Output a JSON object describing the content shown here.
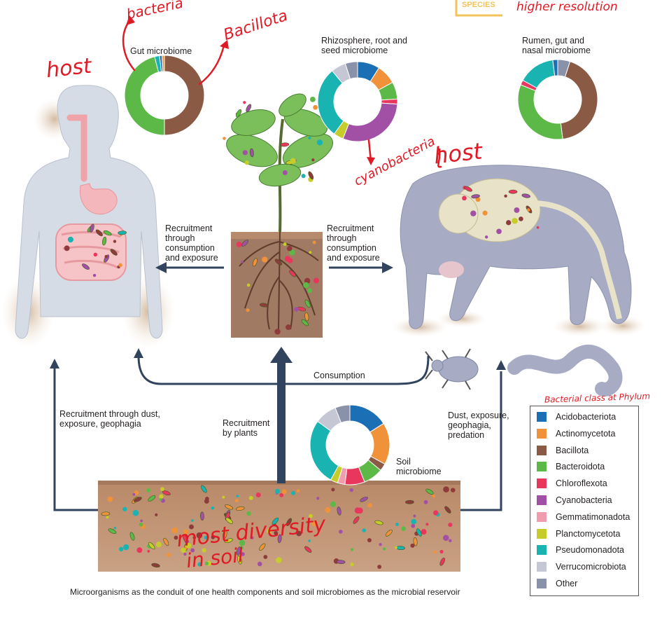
{
  "labels": {
    "gut_microbiome": "Gut microbiome",
    "rhizo_line1": "Rhizosphere, root and",
    "rhizo_line2": "seed microbiome",
    "rumen_line1": "Rumen, gut and",
    "rumen_line2": "nasal microbiome",
    "soil_line1": "Soil",
    "soil_line2": "microbiome",
    "recruit_left_1": "Recruitment",
    "recruit_left_2": "through",
    "recruit_left_3": "consumption",
    "recruit_left_4": "and exposure",
    "recruit_right_1": "Recruitment",
    "recruit_right_2": "through",
    "recruit_right_3": "consumption",
    "recruit_right_4": "and exposure",
    "consumption": "Consumption",
    "dust_left_1": "Recruitment through dust,",
    "dust_left_2": "exposure, geophagia",
    "plants_1": "Recruitment",
    "plants_2": "by plants",
    "dust_right_1": "Dust, exposure,",
    "dust_right_2": "geophagia,",
    "dust_right_3": "predation",
    "species_badge": "SPECIES",
    "caption": "Microorganisms as the conduit of one health components and soil microbiomes as the microbial reservoir"
  },
  "annotations": {
    "bacteria": "bacteria",
    "bacillota": "Bacillota",
    "host_left": "host",
    "higher_resolution": "higher resolution",
    "cyanobacteria": "cyanobacteria",
    "host_right": "host",
    "legend_note": "Bacterial class at Phylum",
    "most_diversity": "most diversity",
    "in_soil": "in soil"
  },
  "legend": [
    {
      "name": "Acidobacteriota",
      "color": "#1b6fb5"
    },
    {
      "name": "Actinomycetota",
      "color": "#f0923a"
    },
    {
      "name": "Bacillota",
      "color": "#8b5a44"
    },
    {
      "name": "Bacteroidota",
      "color": "#5cb947"
    },
    {
      "name": "Chloroflexota",
      "color": "#e8365d"
    },
    {
      "name": "Cyanobacteria",
      "color": "#a24fa6"
    },
    {
      "name": "Gemmatimonadota",
      "color": "#f29cb0"
    },
    {
      "name": "Planctomycetota",
      "color": "#c6cc2a"
    },
    {
      "name": "Pseudomonadota",
      "color": "#19b3b2"
    },
    {
      "name": "Verrucomicrobiota",
      "color": "#c5c8d4"
    },
    {
      "name": "Other",
      "color": "#8a92aa"
    }
  ],
  "chart_data": [
    {
      "type": "pie",
      "title": "Gut microbiome",
      "categories": [
        "Bacillota",
        "Bacteroidota",
        "Pseudomonadota",
        "Acidobacteriota",
        "Actinomycetota"
      ],
      "values": [
        50,
        46,
        2,
        1,
        1
      ]
    },
    {
      "type": "pie",
      "title": "Rhizosphere, root and seed microbiome",
      "categories": [
        "Acidobacteriota",
        "Actinomycetota",
        "Bacteroidota",
        "Chloroflexota",
        "Cyanobacteria",
        "Planctomycetota",
        "Pseudomonadota",
        "Verrucomicrobiota",
        "Other"
      ],
      "values": [
        9,
        8,
        7,
        2,
        30,
        4,
        29,
        6,
        5
      ]
    },
    {
      "type": "pie",
      "title": "Rumen, gut and nasal microbiome",
      "categories": [
        "Other",
        "Bacillota",
        "Bacteroidota",
        "Chloroflexota",
        "Pseudomonadota",
        "Acidobacteriota"
      ],
      "values": [
        5,
        43,
        33,
        2,
        15,
        2
      ]
    },
    {
      "type": "pie",
      "title": "Soil microbiome",
      "categories": [
        "Acidobacteriota",
        "Actinomycetota",
        "Bacillota",
        "Bacteroidota",
        "Chloroflexota",
        "Gemmatimonadota",
        "Planctomycetota",
        "Pseudomonadota",
        "Verrucomicrobiota",
        "Other"
      ],
      "values": [
        16,
        17,
        3,
        8,
        8,
        3,
        3,
        27,
        9,
        6
      ]
    }
  ]
}
